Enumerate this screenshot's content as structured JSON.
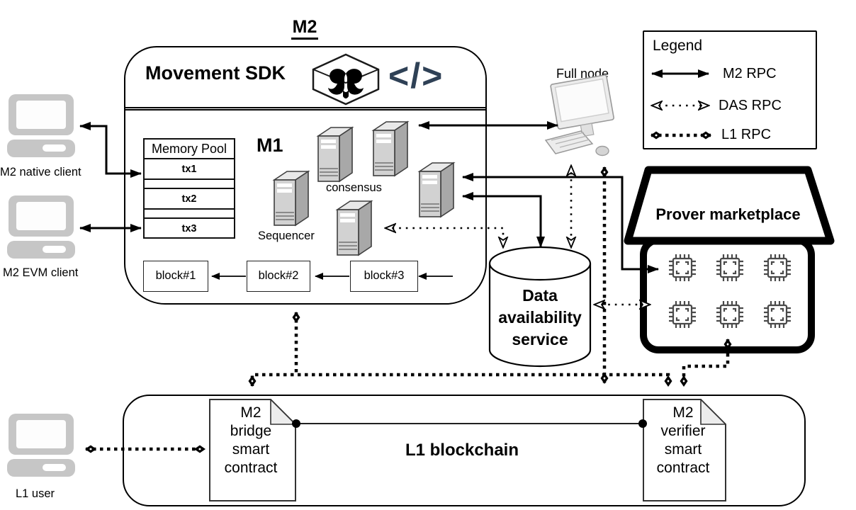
{
  "diagram_title": "M2",
  "sdk": {
    "title": "Movement SDK",
    "code_icon_glyph": "</>",
    "m1_label": "M1",
    "consensus_label": "consensus",
    "sequencer_label": "Sequencer",
    "memory_pool": {
      "header": "Memory Pool",
      "transactions": [
        "tx1",
        "tx2",
        "tx3"
      ]
    },
    "blocks": [
      "block#1",
      "block#2",
      "block#3"
    ]
  },
  "clients": {
    "native_label": "M2 native client",
    "evm_label": "M2 EVM client",
    "l1_user_label": "L1 user"
  },
  "full_node_label": "Full node",
  "legend": {
    "title": "Legend",
    "items": [
      {
        "label": "M2 RPC",
        "style": "solid-double-arrow"
      },
      {
        "label": "DAS RPC",
        "style": "dotted-open-arrow"
      },
      {
        "label": "L1 RPC",
        "style": "dashed-diamond"
      }
    ]
  },
  "prover_marketplace": {
    "label": "Prover marketplace",
    "chip_count": 6
  },
  "das": {
    "lines": [
      "Data",
      "availability",
      "service"
    ]
  },
  "l1": {
    "label": "L1 blockchain",
    "bridge_contract_lines": [
      "M2",
      "bridge",
      "smart",
      "contract"
    ],
    "verifier_contract_lines": [
      "M2",
      "verifier",
      "smart",
      "contract"
    ]
  },
  "colors": {
    "line": "#000000",
    "code_icon": "#2f4156",
    "server_front": "#d2d2d2",
    "server_side": "#a8a8a8",
    "laptop_gray": "#c6c6c6",
    "fold_gray": "#ececec"
  }
}
